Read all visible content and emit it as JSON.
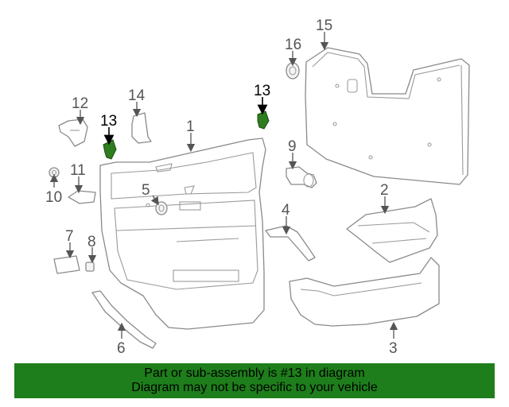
{
  "callouts": {
    "n1": "1",
    "n2": "2",
    "n3": "3",
    "n4": "4",
    "n5": "5",
    "n6": "6",
    "n7": "7",
    "n8": "8",
    "n9": "9",
    "n10": "10",
    "n11": "11",
    "n12": "12",
    "n13a": "13",
    "n13b": "13",
    "n14": "14",
    "n15": "15",
    "n16": "16"
  },
  "highlight_part": "13",
  "colors": {
    "highlight": "#2e7d1f",
    "banner": "#1e7e1b",
    "line": "#8a8a8a"
  },
  "banner": {
    "line1": "Part or sub-assembly is #13 in diagram",
    "line2": "Diagram may not be specific to your vehicle"
  }
}
